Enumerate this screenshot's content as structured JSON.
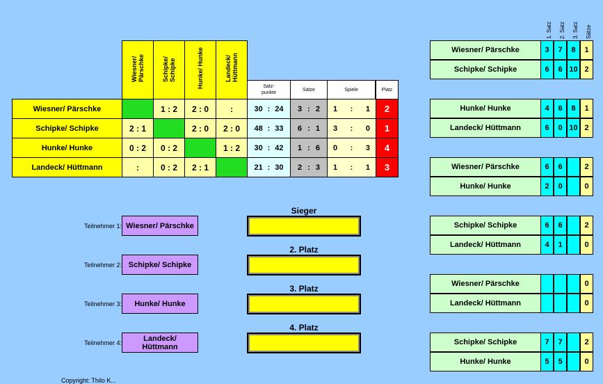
{
  "matrix": {
    "header_teams": [
      "Wiesner/\nPärschke",
      "Schipke/\nSchipke",
      "Hunke/ Hunke",
      "Landeck/\nHüttmann"
    ],
    "col_satzpunkte": "Satz-\npunkte",
    "col_saetze": "Sätze",
    "col_spiele": "Spiele",
    "col_platz": "Platz",
    "rows": [
      {
        "team": "Wiesner/ Pärschke",
        "cells": [
          "",
          "1 : 2",
          "2 : 0",
          ":"
        ],
        "sp_a": "30",
        "sp_b": "24",
        "s_a": "3",
        "s_b": "2",
        "g_a": "1",
        "g_b": "1",
        "platz": "2"
      },
      {
        "team": "Schipke/ Schipke",
        "cells": [
          "2 : 1",
          "",
          "2 : 0",
          "2 : 0"
        ],
        "sp_a": "48",
        "sp_b": "33",
        "s_a": "6",
        "s_b": "1",
        "g_a": "3",
        "g_b": "0",
        "platz": "1"
      },
      {
        "team": "Hunke/ Hunke",
        "cells": [
          "0 : 2",
          "0 : 2",
          "",
          "1 : 2"
        ],
        "sp_a": "30",
        "sp_b": "42",
        "s_a": "1",
        "s_b": "6",
        "g_a": "0",
        "g_b": "3",
        "platz": "4"
      },
      {
        "team": "Landeck/ Hüttmann",
        "cells": [
          ":",
          "0 : 2",
          "2 : 1",
          ""
        ],
        "sp_a": "21",
        "sp_b": "30",
        "s_a": "2",
        "s_b": "3",
        "g_a": "1",
        "g_b": "1",
        "platz": "3"
      }
    ]
  },
  "participants": [
    {
      "label": "Teilnehmer 1:",
      "name": "Wiesner/ Pärschke"
    },
    {
      "label": "Teilnehmer 2:",
      "name": "Schipke/ Schipke"
    },
    {
      "label": "Teilnehmer 3:",
      "name": "Hunke/ Hunke"
    },
    {
      "label": "Teilnehmer 4:",
      "name": "Landeck/\nHüttmann"
    }
  ],
  "ranking": [
    "Sieger",
    "2. Platz",
    "3. Platz",
    "4. Platz"
  ],
  "results_header": [
    "1. Satz",
    "2. Satz",
    "3. Satz",
    "Sätze"
  ],
  "results": [
    {
      "team": "Wiesner/ Pärschke",
      "sets": [
        "3",
        "7",
        "8"
      ],
      "sum": "1"
    },
    {
      "team": "Schipke/ Schipke",
      "sets": [
        "6",
        "6",
        "10"
      ],
      "sum": "2"
    },
    {
      "team": "Hunke/ Hunke",
      "sets": [
        "4",
        "6",
        "8"
      ],
      "sum": "1"
    },
    {
      "team": "Landeck/ Hüttmann",
      "sets": [
        "6",
        "0",
        "10"
      ],
      "sum": "2"
    },
    {
      "team": "Wiesner/ Pärschke",
      "sets": [
        "6",
        "6",
        ""
      ],
      "sum": "2"
    },
    {
      "team": "Hunke/ Hunke",
      "sets": [
        "2",
        "0",
        ""
      ],
      "sum": "0"
    },
    {
      "team": "Schipke/ Schipke",
      "sets": [
        "6",
        "6",
        ""
      ],
      "sum": "2"
    },
    {
      "team": "Landeck/ Hüttmann",
      "sets": [
        "4",
        "1",
        ""
      ],
      "sum": "0"
    },
    {
      "team": "Wiesner/ Pärschke",
      "sets": [
        "",
        "",
        ""
      ],
      "sum": "0"
    },
    {
      "team": "Landeck/ Hüttmann",
      "sets": [
        "",
        "",
        ""
      ],
      "sum": "0"
    },
    {
      "team": "Schipke/ Schipke",
      "sets": [
        "7",
        "7",
        ""
      ],
      "sum": "2"
    },
    {
      "team": "Hunke/ Hunke",
      "sets": [
        "5",
        "5",
        ""
      ],
      "sum": "0"
    }
  ],
  "footer": "Copyright: Thilo K..."
}
